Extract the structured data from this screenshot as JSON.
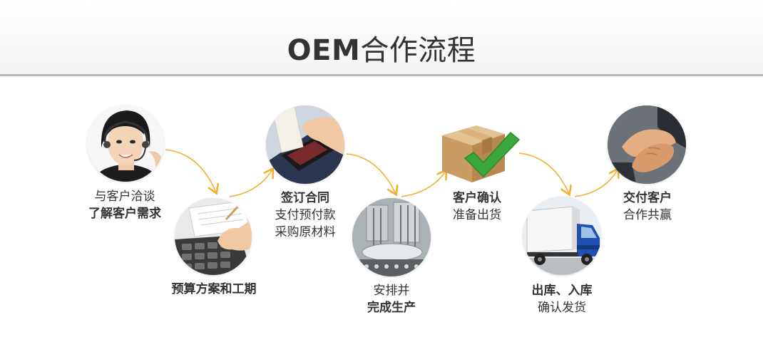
{
  "title": {
    "prefix": "OEM",
    "suffix": "合作流程"
  },
  "steps": [
    {
      "line1": "与客户洽谈",
      "line2": "了解客户需求",
      "image": "customer-service-woman"
    },
    {
      "line1": "预算方案和工期",
      "image": "calculator-hand"
    },
    {
      "line1": "签订合同",
      "line2": "支付预付款",
      "line3": "采购原材料",
      "image": "card-machine-receipt"
    },
    {
      "line1": "安排并",
      "line2": "完成生产",
      "image": "factory-machinery"
    },
    {
      "line1": "客户确认",
      "line2": "准备出货",
      "image": "box-checkmark"
    },
    {
      "line1": "出库、入库",
      "line2": "确认发货",
      "image": "delivery-truck"
    },
    {
      "line1": "交付客户",
      "line2": "合作共赢",
      "image": "handshake"
    }
  ],
  "colors": {
    "arrow": "#f2b02e",
    "check": "#38a83c",
    "title": "#333333"
  }
}
